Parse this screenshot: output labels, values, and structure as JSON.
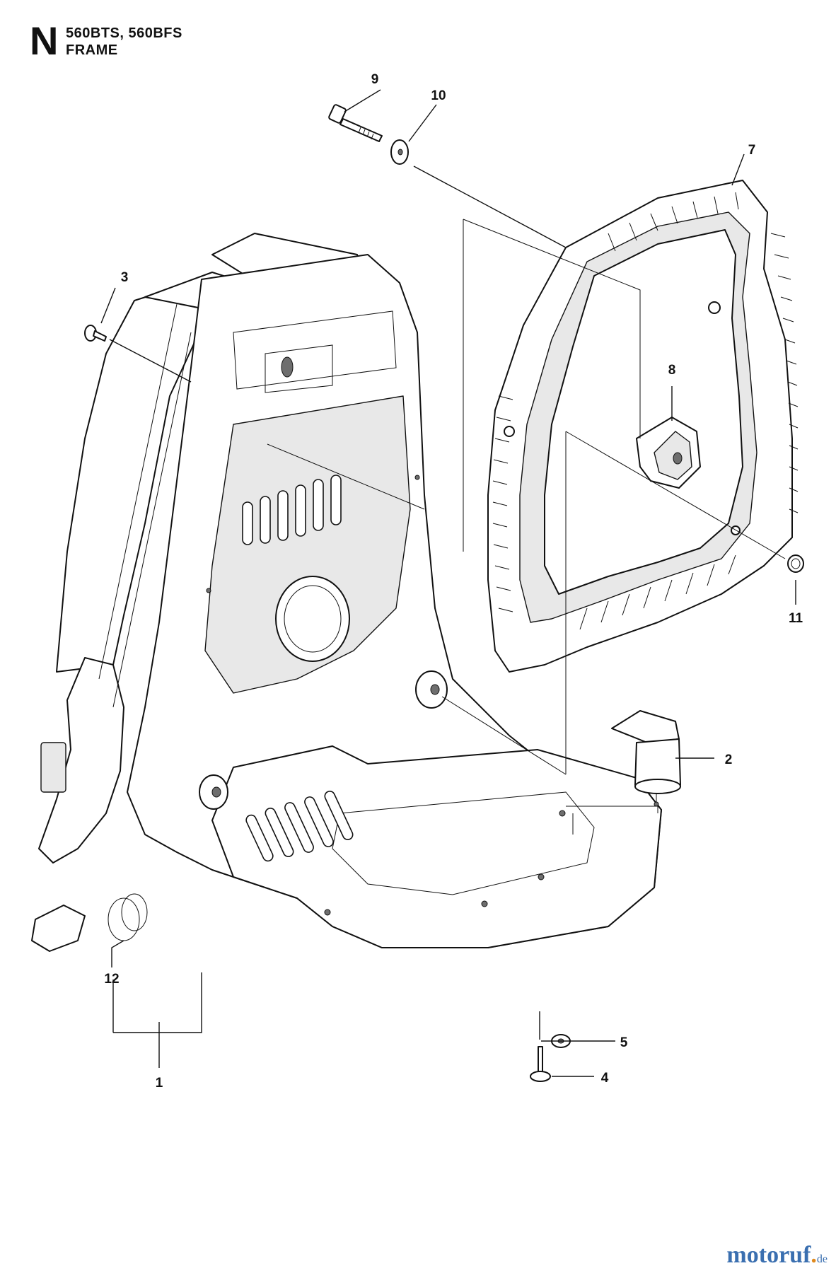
{
  "header": {
    "section_letter": "N",
    "model": "560BTS, 560BFS",
    "subtitle": "FRAME"
  },
  "callouts": [
    {
      "id": "c1",
      "label": "1"
    },
    {
      "id": "c2",
      "label": "2"
    },
    {
      "id": "c3",
      "label": "3"
    },
    {
      "id": "c4",
      "label": "4"
    },
    {
      "id": "c5",
      "label": "5"
    },
    {
      "id": "c7",
      "label": "7"
    },
    {
      "id": "c8",
      "label": "8"
    },
    {
      "id": "c9",
      "label": "9"
    },
    {
      "id": "c10",
      "label": "10"
    },
    {
      "id": "c11",
      "label": "11"
    },
    {
      "id": "c12",
      "label": "12"
    }
  ],
  "watermark": {
    "brand_main": "motoruf",
    "brand_tld": "de",
    "color": "#3a6fb0",
    "accent": "#e08a1e"
  }
}
